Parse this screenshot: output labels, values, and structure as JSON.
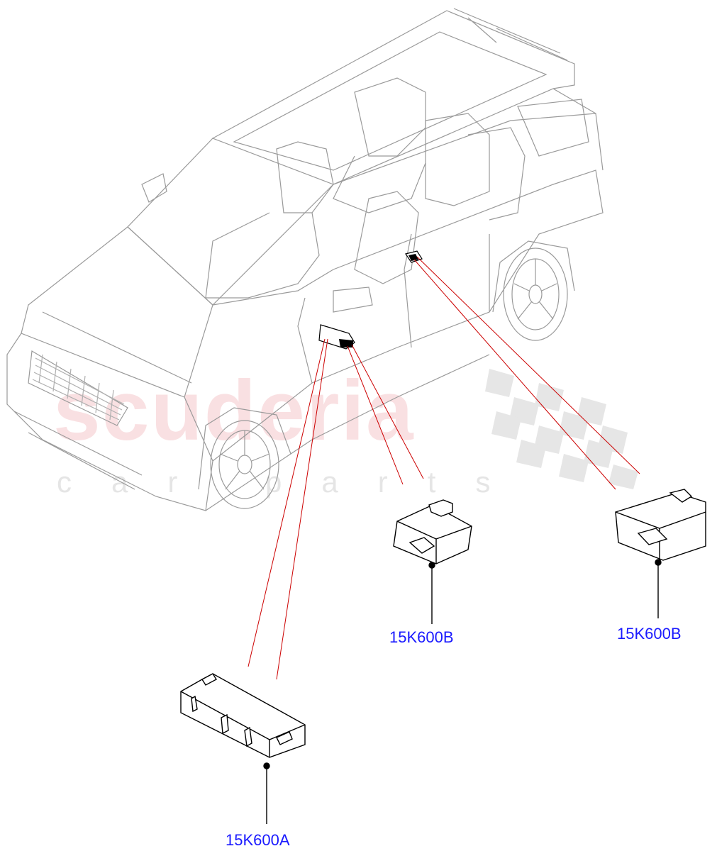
{
  "watermark": {
    "word": "scuderia",
    "sub": "car parts",
    "color": "#d91c2a"
  },
  "colors": {
    "callout_line": "#cc0000",
    "outline": "#9a9a9a",
    "label": "#1a1aff",
    "part": "#000000"
  },
  "labels": {
    "part_a": "15K600A",
    "part_b_left": "15K600B",
    "part_b_right": "15K600B"
  }
}
